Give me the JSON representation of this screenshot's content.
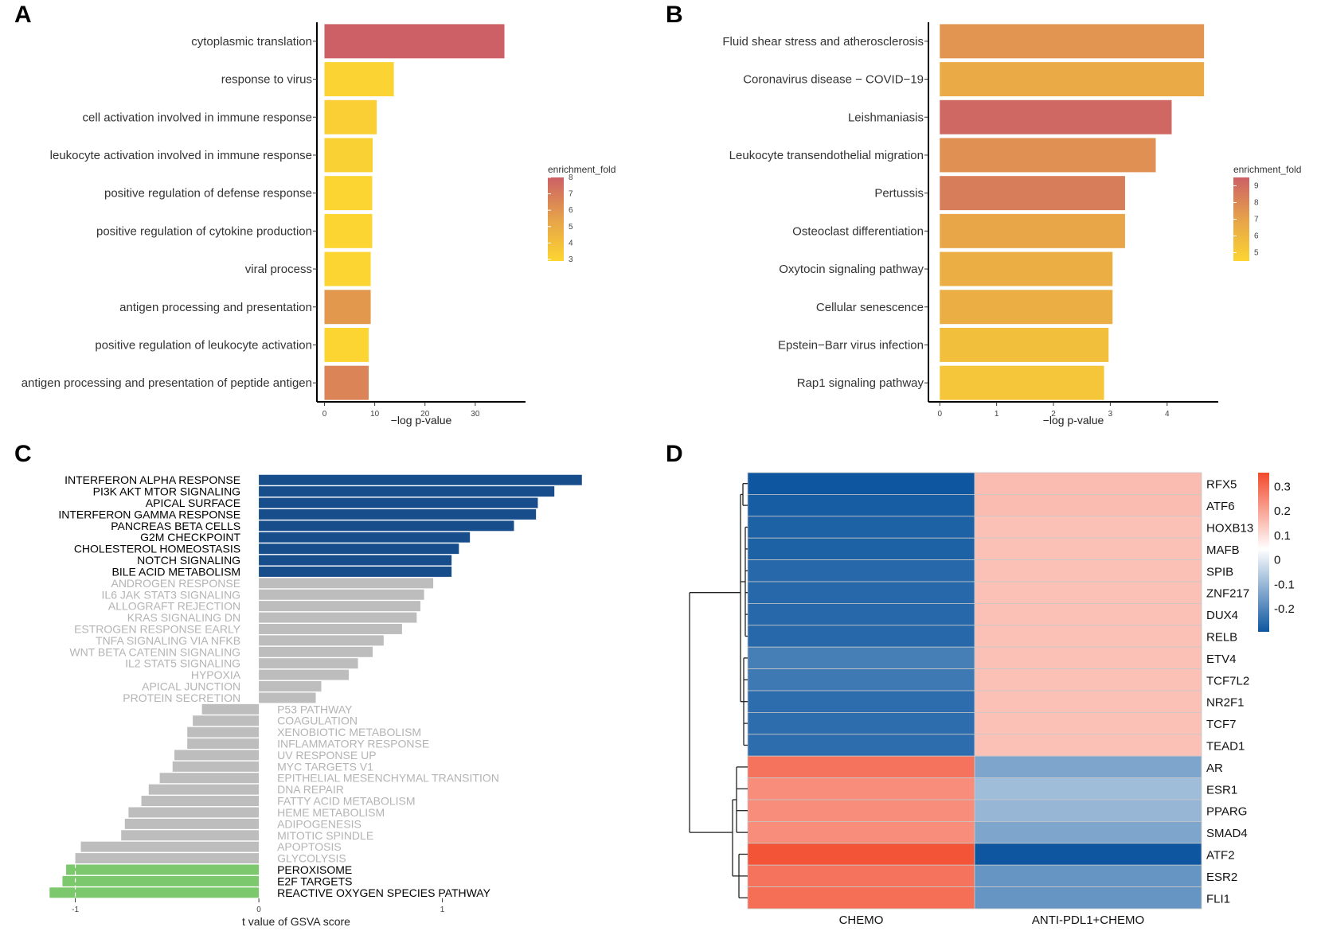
{
  "panels": {
    "a": "A",
    "b": "B",
    "c": "C",
    "d": "D"
  },
  "chart_data": [
    {
      "type": "bar",
      "orientation": "horizontal",
      "categories": [
        "cytoplasmic translation",
        "response to virus",
        "cell activation involved in immune response",
        "leukocyte activation involved in immune response",
        "positive regulation of defense response",
        "positive regulation of cytokine production",
        "viral process",
        "antigen processing and presentation",
        "positive regulation of leukocyte activation",
        "antigen processing and presentation of peptide antigen"
      ],
      "values": [
        35.8,
        13.8,
        10.4,
        9.6,
        9.5,
        9.5,
        9.2,
        9.2,
        8.8,
        8.8
      ],
      "color_values": [
        8,
        3,
        3.2,
        3.1,
        2.9,
        2.9,
        2.9,
        5.8,
        2.9,
        6.6
      ],
      "xlabel": "−log p-value",
      "xlim": [
        -1.5,
        40
      ],
      "xticks": [
        0,
        10,
        20,
        30
      ],
      "legend": {
        "title": "enrichment_fold",
        "ticks": [
          8,
          7,
          6,
          5,
          4,
          3
        ],
        "range": [
          2.9,
          8
        ],
        "placement": "right"
      }
    },
    {
      "type": "bar",
      "orientation": "horizontal",
      "categories": [
        "Fluid shear stress and atherosclerosis",
        "Coronavirus disease − COVID−19",
        "Leishmaniasis",
        "Leukocyte transendothelial migration",
        "Pertussis",
        "Osteoclast differentiation",
        "Oxytocin signaling pathway",
        "Cellular senescence",
        "Epstein−Barr virus infection",
        "Rap1 signaling pathway"
      ],
      "values": [
        4.65,
        4.65,
        4.08,
        3.8,
        3.26,
        3.26,
        3.04,
        3.04,
        2.97,
        2.89
      ],
      "color_values": [
        7.5,
        6.6,
        9.2,
        7.7,
        8.4,
        6.8,
        6.4,
        6.4,
        5.6,
        5.3
      ],
      "xlabel": "−log p-value",
      "xlim": [
        -0.2,
        4.9
      ],
      "xticks": [
        0,
        1,
        2,
        3,
        4
      ],
      "legend": {
        "title": "enrichment_fold",
        "ticks": [
          9,
          8,
          7,
          6,
          5
        ],
        "range": [
          4.5,
          9.5
        ],
        "placement": "right"
      }
    },
    {
      "type": "bar",
      "orientation": "horizontal",
      "categories": [
        "INTERFERON ALPHA RESPONSE",
        "PI3K AKT MTOR SIGNALING",
        "APICAL SURFACE",
        "INTERFERON GAMMA RESPONSE",
        "PANCREAS BETA CELLS",
        "G2M CHECKPOINT",
        "CHOLESTEROL HOMEOSTASIS",
        "NOTCH SIGNALING",
        "BILE ACID METABOLISM",
        "ANDROGEN RESPONSE",
        "IL6 JAK STAT3 SIGNALING",
        "ALLOGRAFT REJECTION",
        "KRAS SIGNALING DN",
        "ESTROGEN RESPONSE EARLY",
        "TNFA SIGNALING VIA NFKB",
        "WNT BETA CATENIN SIGNALING",
        "IL2 STAT5 SIGNALING",
        "HYPOXIA",
        "APICAL JUNCTION",
        "PROTEIN SECRETION",
        "P53 PATHWAY",
        "COAGULATION",
        "XENOBIOTIC METABOLISM",
        "INFLAMMATORY RESPONSE",
        "UV RESPONSE UP",
        "MYC TARGETS V1",
        "EPITHELIAL MESENCHYMAL TRANSITION",
        "DNA REPAIR",
        "FATTY ACID METABOLISM",
        "HEME METABOLISM",
        "ADIPOGENESIS",
        "MITOTIC SPINDLE",
        "APOPTOSIS",
        "GLYCOLYSIS",
        "PEROXISOME",
        "E2F TARGETS",
        "REACTIVE OXYGEN SPECIES PATHWAY"
      ],
      "values": [
        1.76,
        1.61,
        1.52,
        1.51,
        1.39,
        1.15,
        1.09,
        1.05,
        1.05,
        0.95,
        0.9,
        0.88,
        0.86,
        0.78,
        0.68,
        0.62,
        0.54,
        0.49,
        0.34,
        0.31,
        -0.31,
        -0.36,
        -0.39,
        -0.39,
        -0.46,
        -0.47,
        -0.54,
        -0.6,
        -0.64,
        -0.71,
        -0.73,
        -0.75,
        -0.97,
        -1.0,
        -1.05,
        -1.07,
        -1.14
      ],
      "groups": [
        "up",
        "up",
        "up",
        "up",
        "up",
        "up",
        "up",
        "up",
        "up",
        "ns",
        "ns",
        "ns",
        "ns",
        "ns",
        "ns",
        "ns",
        "ns",
        "ns",
        "ns",
        "ns",
        "ns",
        "ns",
        "ns",
        "ns",
        "ns",
        "ns",
        "ns",
        "ns",
        "ns",
        "ns",
        "ns",
        "ns",
        "ns",
        "ns",
        "down",
        "down",
        "down"
      ],
      "colors": {
        "up": "#184d8c",
        "ns": "#bdbdbd",
        "down": "#7cc86c",
        "label_sig": "#000000",
        "label_ns": "#b4b4b4"
      },
      "xlabel": "t value of GSVA score",
      "xlim": [
        -1.15,
        1.8
      ],
      "xticks": [
        -1,
        0,
        1
      ]
    },
    {
      "type": "heatmap",
      "x": [
        "CHEMO",
        "ANTI-PDL1+CHEMO"
      ],
      "y": [
        "RFX5",
        "ATF6",
        "HOXB13",
        "MAFB",
        "SPIB",
        "ZNF217",
        "DUX4",
        "RELB",
        "ETV4",
        "TCF7L2",
        "NR2F1",
        "TCF7",
        "TEAD1",
        "AR",
        "ESR1",
        "PPARG",
        "SMAD4",
        "ATF2",
        "ESR2",
        "FLI1"
      ],
      "values": [
        [
          -0.3,
          0.13
        ],
        [
          -0.29,
          0.13
        ],
        [
          -0.28,
          0.12
        ],
        [
          -0.28,
          0.12
        ],
        [
          -0.27,
          0.12
        ],
        [
          -0.27,
          0.12
        ],
        [
          -0.27,
          0.12
        ],
        [
          -0.27,
          0.12
        ],
        [
          -0.23,
          0.12
        ],
        [
          -0.24,
          0.12
        ],
        [
          -0.26,
          0.12
        ],
        [
          -0.26,
          0.12
        ],
        [
          -0.26,
          0.12
        ],
        [
          0.27,
          -0.16
        ],
        [
          0.22,
          -0.12
        ],
        [
          0.22,
          -0.13
        ],
        [
          0.22,
          -0.16
        ],
        [
          0.33,
          -0.3
        ],
        [
          0.27,
          -0.19
        ],
        [
          0.28,
          -0.19
        ]
      ],
      "legend": {
        "ticks": [
          "0.3",
          "0.2",
          "0.1",
          "0",
          "-0.1",
          "-0.2"
        ],
        "range": [
          -0.3,
          0.35
        ],
        "placement": "right"
      }
    }
  ]
}
